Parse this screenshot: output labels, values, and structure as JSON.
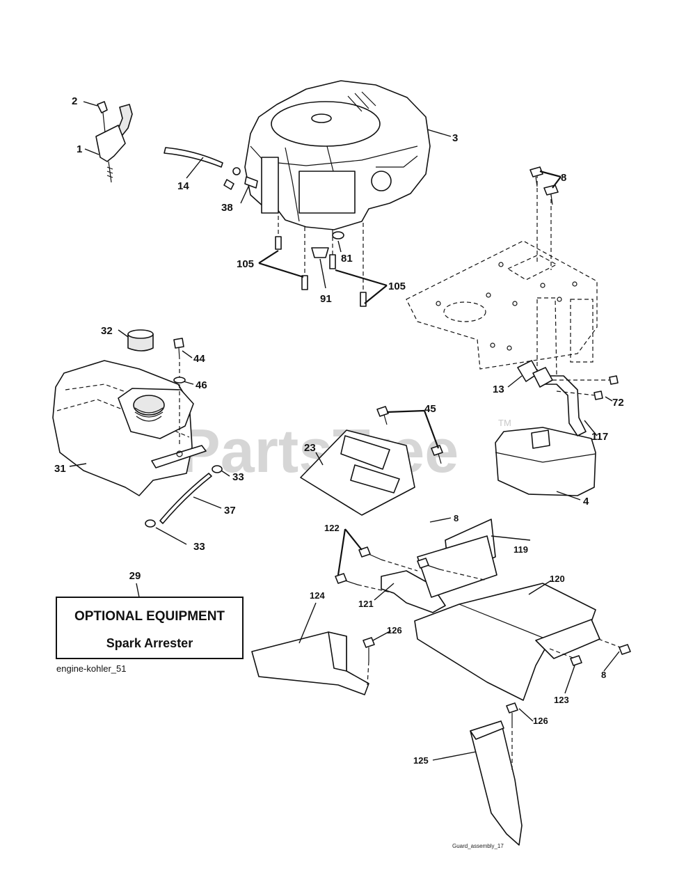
{
  "watermark": {
    "brand": "PartsTree",
    "trademark": "TM"
  },
  "captions": {
    "engine_section": "engine-kohler_51",
    "guard_section": "Guard_assembly_17"
  },
  "optional_box": {
    "callout": "29",
    "line1": "OPTIONAL EQUIPMENT",
    "line2": "Spark Arrester"
  },
  "callouts": {
    "c1": "1",
    "c2": "2",
    "c3": "3",
    "c4": "4",
    "c8a": "8",
    "c8b": "8",
    "c8c": "8",
    "c13": "13",
    "c14": "14",
    "c23": "23",
    "c31": "31",
    "c32": "32",
    "c33a": "33",
    "c33b": "33",
    "c37": "37",
    "c38": "38",
    "c44": "44",
    "c45": "45",
    "c46": "46",
    "c72": "72",
    "c81": "81",
    "c91": "91",
    "c105a": "105",
    "c105b": "105",
    "c117": "117",
    "c119": "119",
    "c120": "120",
    "c121": "121",
    "c122": "122",
    "c123": "123",
    "c124": "124",
    "c125": "125",
    "c126a": "126",
    "c126b": "126"
  }
}
